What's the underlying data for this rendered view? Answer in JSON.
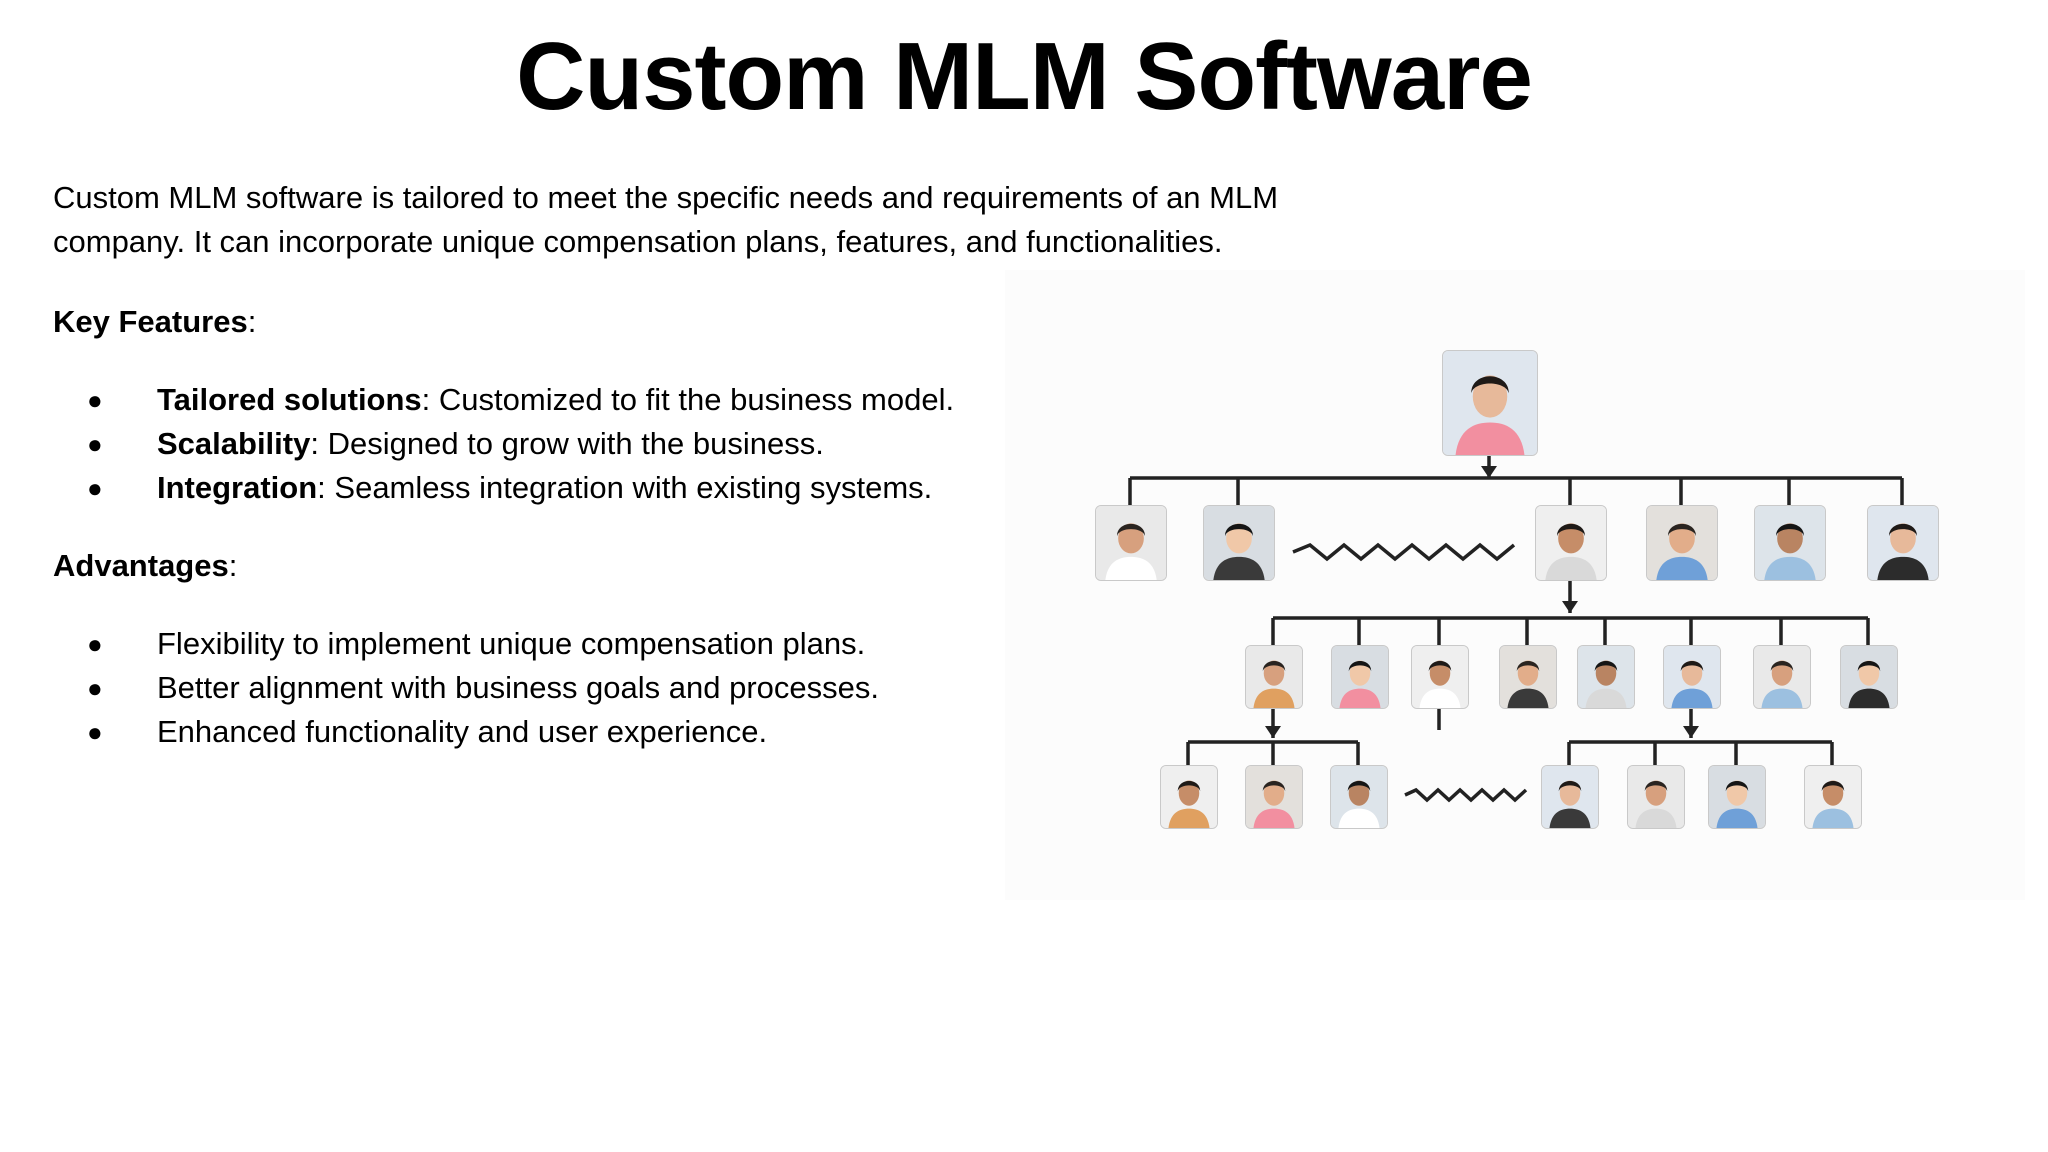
{
  "title": "Custom MLM Software",
  "intro": "Custom MLM software is tailored to meet the specific needs and requirements of an MLM company. It can incorporate unique compensation plans, features, and functionalities.",
  "key_features": {
    "heading": "Key Features",
    "suffix": ":",
    "bullet": "●",
    "items": [
      {
        "term": "Tailored solutions",
        "desc": ": Customized to fit the business model."
      },
      {
        "term": "Scalability",
        "desc": ": Designed to grow with the business."
      },
      {
        "term": "Integration",
        "desc": ": Seamless integration with existing systems."
      }
    ]
  },
  "advantages": {
    "heading": "Advantages",
    "suffix": ":",
    "bullet": "●",
    "items": [
      "Flexibility to implement unique compensation plans.",
      "Better alignment with business goals and processes.",
      "Enhanced functionality and user experience."
    ]
  },
  "diagram": {
    "icon": "org-chart-people-photos",
    "levels": [
      1,
      6,
      8,
      7
    ]
  }
}
